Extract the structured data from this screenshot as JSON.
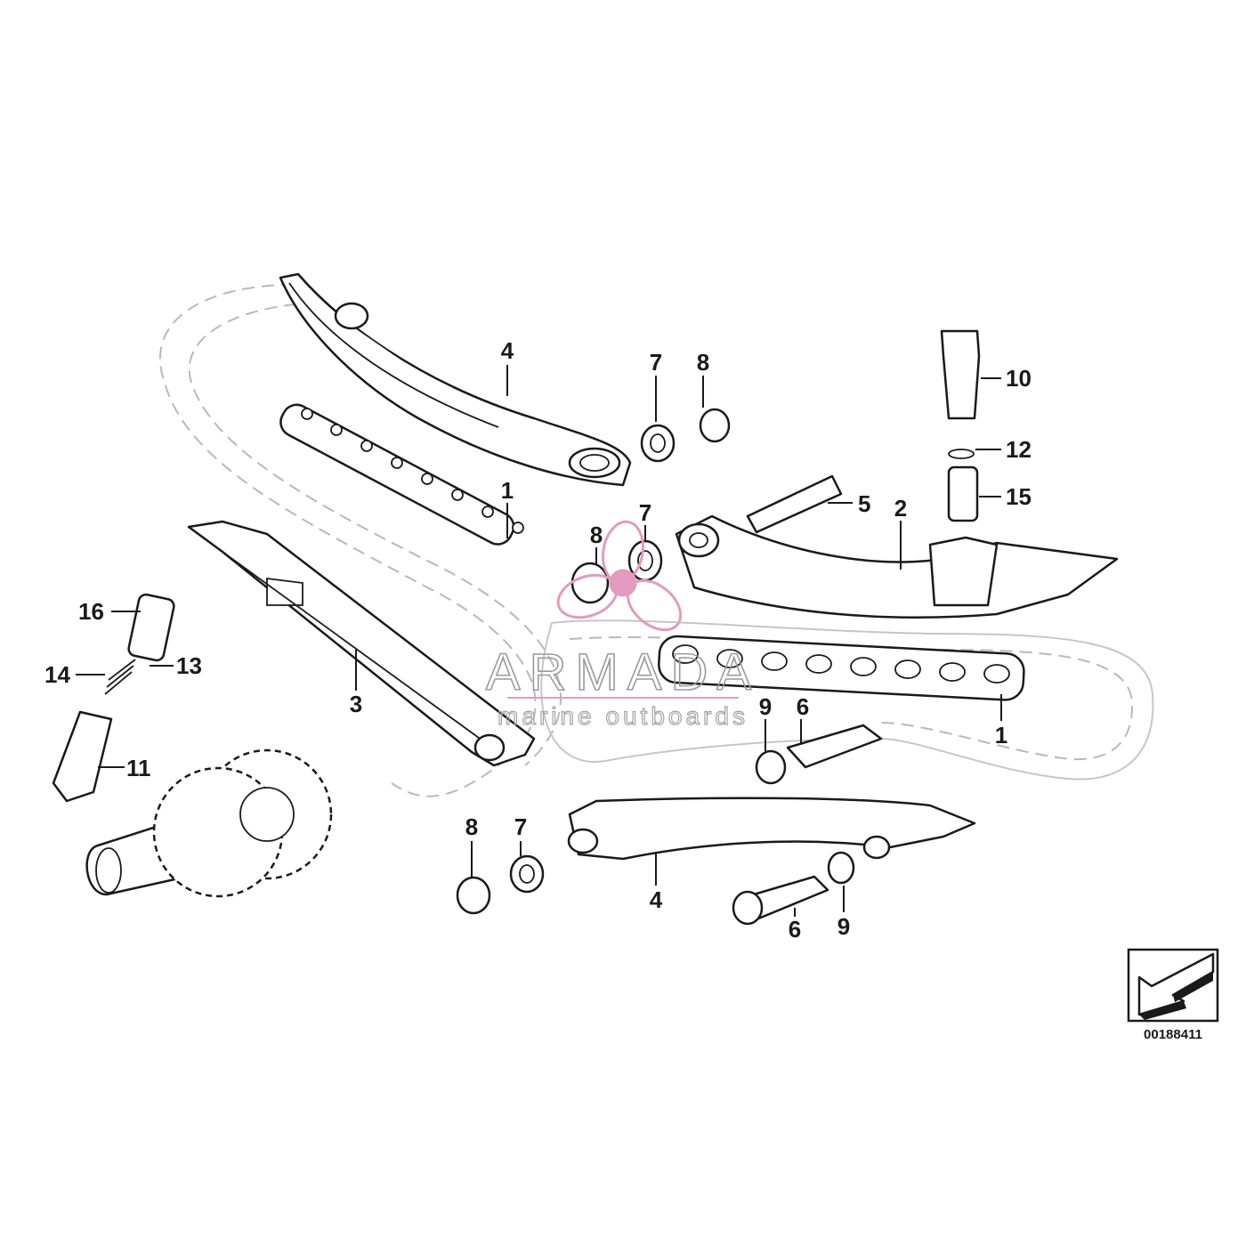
{
  "diagram": {
    "id_number": "00188411",
    "callouts": [
      {
        "key": "c4_top",
        "label": "4"
      },
      {
        "key": "c7_top",
        "label": "7"
      },
      {
        "key": "c8_top",
        "label": "8"
      },
      {
        "key": "c10",
        "label": "10"
      },
      {
        "key": "c12",
        "label": "12"
      },
      {
        "key": "c15",
        "label": "15"
      },
      {
        "key": "c5",
        "label": "5"
      },
      {
        "key": "c2",
        "label": "2"
      },
      {
        "key": "c1_top",
        "label": "1"
      },
      {
        "key": "c8_mid",
        "label": "8"
      },
      {
        "key": "c7_mid",
        "label": "7"
      },
      {
        "key": "c16",
        "label": "16"
      },
      {
        "key": "c13",
        "label": "13"
      },
      {
        "key": "c14",
        "label": "14"
      },
      {
        "key": "c3",
        "label": "3"
      },
      {
        "key": "c11",
        "label": "11"
      },
      {
        "key": "c9_mid",
        "label": "9"
      },
      {
        "key": "c6_mid",
        "label": "6"
      },
      {
        "key": "c1_right",
        "label": "1"
      },
      {
        "key": "c8_bot",
        "label": "8"
      },
      {
        "key": "c7_bot",
        "label": "7"
      },
      {
        "key": "c4_bot",
        "label": "4"
      },
      {
        "key": "c6_bot",
        "label": "6"
      },
      {
        "key": "c9_bot",
        "label": "9"
      }
    ]
  },
  "watermark": {
    "brand": "ARMADA",
    "tagline": "marine outboards",
    "color": "#e39bc0"
  },
  "orientation_icon": "direction-arrow-icon"
}
